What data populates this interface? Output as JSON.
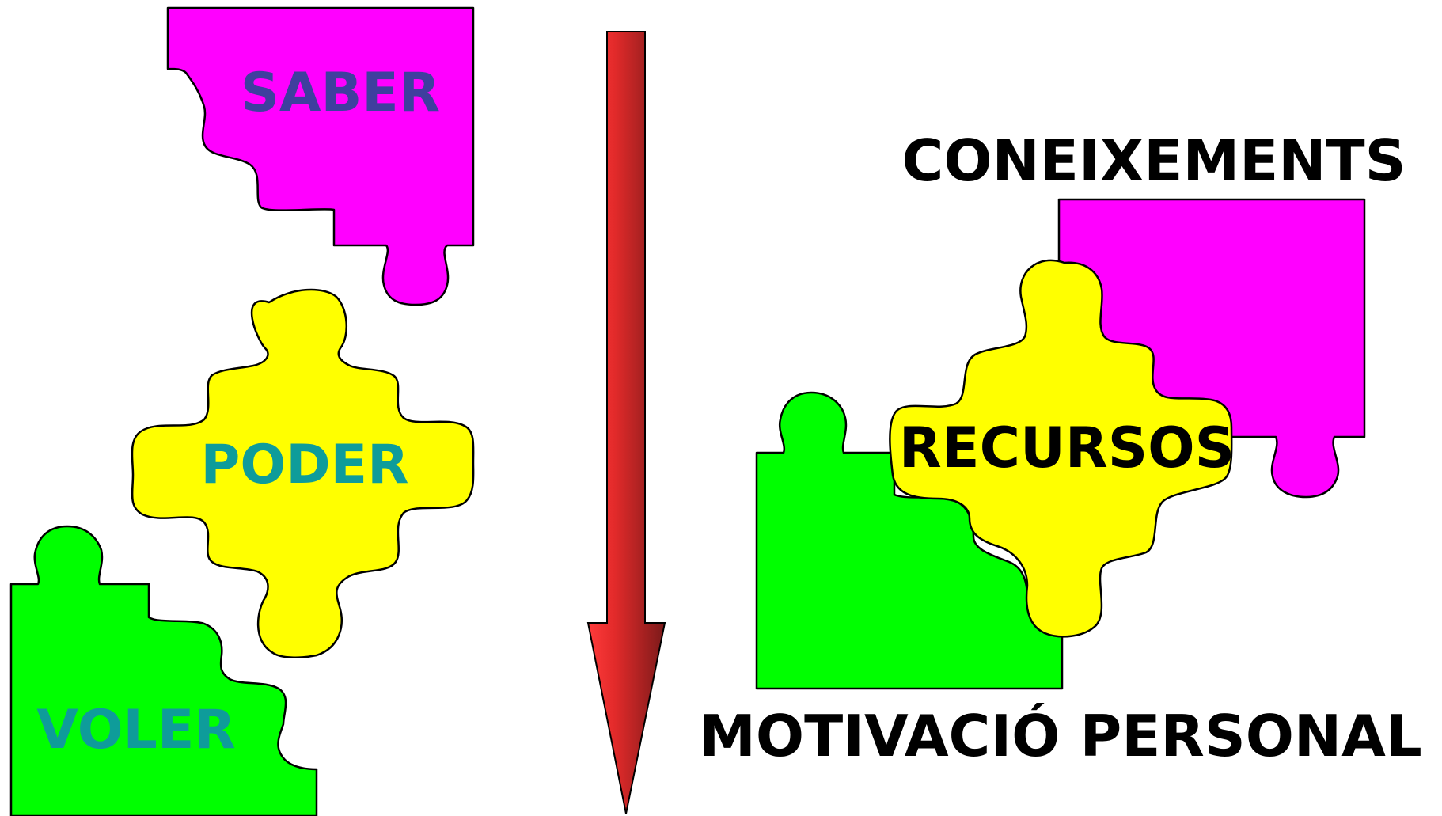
{
  "colors": {
    "saber": "#ff00ff",
    "poder": "#ffff00",
    "voler": "#00ff00",
    "label_left_top": "#3f3f9e",
    "label_left": "#0e9c9a",
    "label_right": "#000000",
    "arrow_light": "#ff3b3b",
    "arrow_dark": "#7a1a1a"
  },
  "left": {
    "saber": "SABER",
    "poder": "PODER",
    "voler": "VOLER"
  },
  "right": {
    "coneixements": "CONEIXEMENTS",
    "recursos": "RECURSOS",
    "motivacio": "MOTIVACIÓ PERSONAL"
  },
  "arrow": {
    "direction": "down"
  }
}
